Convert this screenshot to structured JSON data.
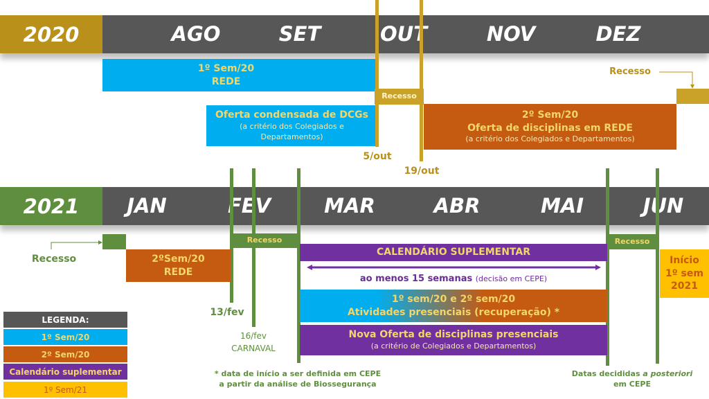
{
  "row2020": {
    "year": "2020",
    "months": [
      "AGO",
      "SET",
      "OUT",
      "NOV",
      "DEZ"
    ]
  },
  "row2021": {
    "year": "2021",
    "months": [
      "JAN",
      "FEV",
      "MAR",
      "ABR",
      "MAI",
      "JUN"
    ]
  },
  "blocks2020": {
    "sem1_title": "1º Sem/20",
    "sem1_sub": "REDE",
    "recesso_out": "Recesso",
    "dcg_title": "Oferta condensada de DCGs",
    "dcg_sub1": "(a critério dos Colegiados e",
    "dcg_sub2": "Departamentos)",
    "sem2_title": "2º Sem/20",
    "sem2_line2": "Oferta de disciplinas em REDE",
    "sem2_sub": "(a critério dos Colegiados e Departamentos)",
    "date_5out": "5/out",
    "date_19out": "19/out",
    "recesso_dez": "Recesso"
  },
  "blocks2021": {
    "recesso_jan": "Recesso",
    "sem2_title": "2ºSem/20",
    "sem2_sub": "REDE",
    "recesso_fev": "Recesso",
    "cal_sup": "CALENDÁRIO SUPLEMENTAR",
    "weeks_bold": "ao menos 15 semanas",
    "weeks_note": "(decisão em CEPE)",
    "presencial_1": "1º sem/20 e 2º sem/20",
    "presencial_2": "Atividades presenciais (recuperação) *",
    "nova_title": "Nova Oferta de disciplinas presenciais",
    "nova_sub": "(a critério de Colegiados e Departamentos)",
    "recesso_mai": "Recesso",
    "inicio_1": "Início",
    "inicio_2": "1º sem",
    "inicio_3": "2021",
    "date_13fev": "13/fev",
    "date_16fev": "16/fev",
    "carnaval": "CARNAVAL",
    "footnote_1": "* data de início a ser definida em CEPE",
    "footnote_2": "a partir da análise de Biossegurança",
    "datas_1": "Datas decididas ",
    "datas_italic": "a posteriori",
    "datas_2": "em CEPE"
  },
  "legend": {
    "title": "LEGENDA:",
    "items": [
      "1º Sem/20",
      "2º Sem/20",
      "Calendário suplementar",
      "1º Sem/21"
    ]
  },
  "colors": {
    "blue": "#00aeef",
    "orange": "#c55a11",
    "purple": "#7030a0",
    "yellow": "#ffc000",
    "gold": "#b8901a",
    "green": "#5f8f3e",
    "gray": "#575757"
  }
}
